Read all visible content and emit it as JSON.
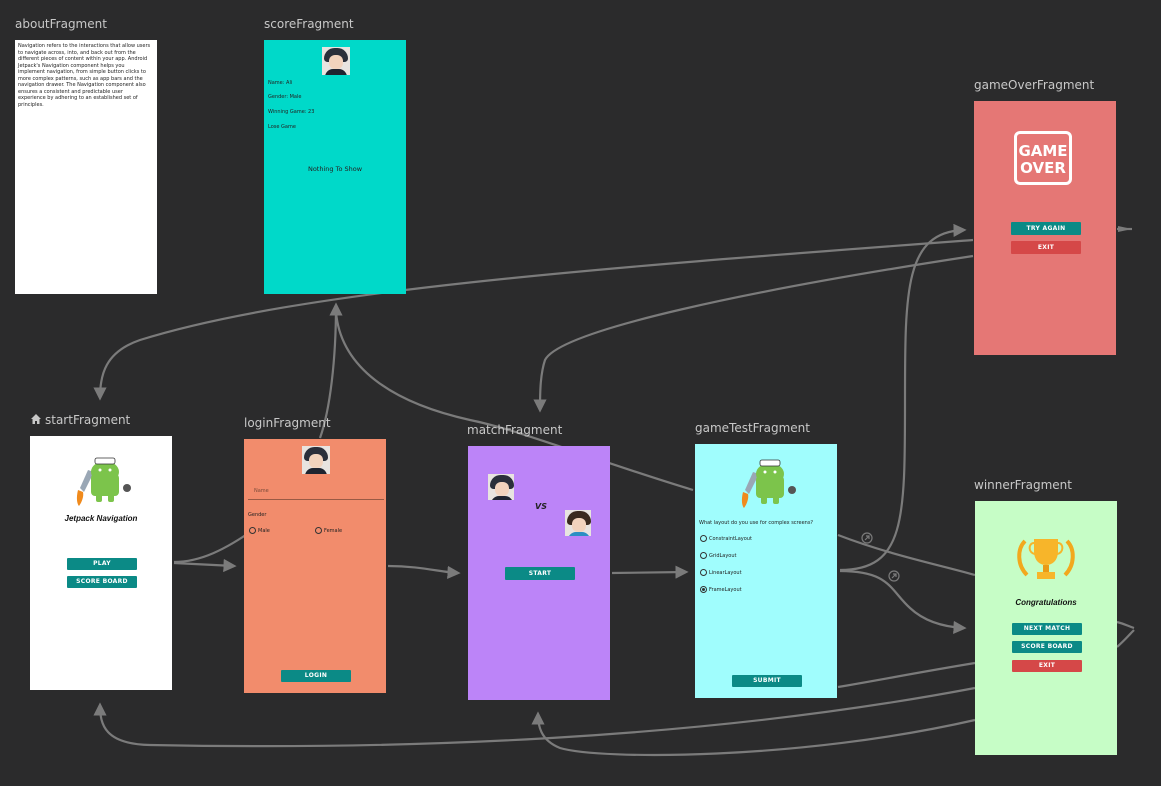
{
  "fragments": {
    "about": {
      "title": "aboutFragment",
      "body": "Navigation refers to the interactions that allow users to navigate across, into, and back out from the different pieces of content within your app. Android Jetpack's Navigation component helps you implement navigation, from simple button clicks to more complex patterns, such as app bars and the navigation drawer. The Navigation component also ensures a consistent and predictable user experience by adhering to an established set of principles."
    },
    "score": {
      "title": "scoreFragment",
      "name": "Name: Ali",
      "gender": "Gender: Male",
      "winning": "Winning Game: 23",
      "lose": "Lose Game",
      "empty": "Nothing To Show"
    },
    "gameOver": {
      "title": "gameOverFragment",
      "logo_line1": "GAME",
      "logo_line2": "OVER",
      "try_again": "TRY AGAIN",
      "exit": "EXIT"
    },
    "start": {
      "title": "startFragment",
      "heading": "Jetpack Navigation",
      "play": "PLAY",
      "score_board": "SCORE BOARD"
    },
    "login": {
      "title": "loginFragment",
      "name_placeholder": "Name",
      "gender_label": "Gender",
      "male": "Male",
      "female": "Female",
      "login": "LOGIN"
    },
    "match": {
      "title": "matchFragment",
      "vs": "VS",
      "start": "START"
    },
    "gameTest": {
      "title": "gameTestFragment",
      "question": "What layout do you use for complex screens?",
      "options": [
        "ConstraintLayout",
        "GridLayout",
        "LinearLayout",
        "FrameLayout"
      ],
      "selected_index": 3,
      "submit": "SUBMIT"
    },
    "winner": {
      "title": "winnerFragment",
      "heading": "Congratulations",
      "next_match": "NEXT MATCH",
      "score_board": "SCORE BOARD",
      "exit": "EXIT"
    }
  },
  "start_destination": "startFragment",
  "icons": {
    "home": "home-icon",
    "android": "android-jetpack-icon",
    "trophy": "trophy-icon",
    "avatar": "avatar-icon"
  },
  "colors": {
    "canvas": "#2b2b2c",
    "about_bg": "#ffffff",
    "score_bg": "#00d9c9",
    "gameover_bg": "#e57775",
    "start_bg": "#ffffff",
    "login_bg": "#f28c6c",
    "match_bg": "#bc84f8",
    "gametest_bg": "#a0fdfd",
    "winner_bg": "#c6fdc6",
    "button_teal": "#0b8a86",
    "button_red": "#d54848",
    "arrow": "#7b7b7b"
  }
}
